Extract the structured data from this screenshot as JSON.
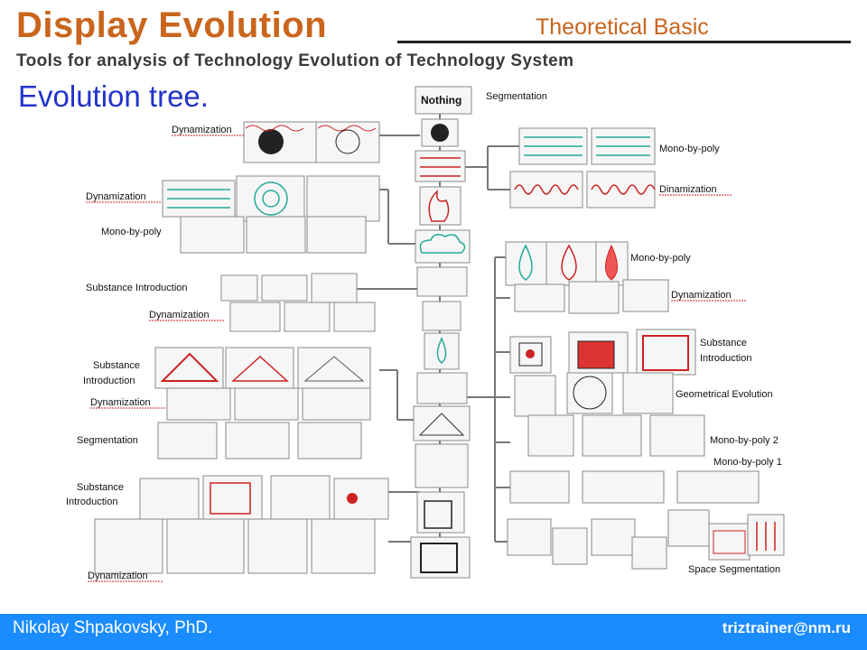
{
  "header": {
    "title": "Display Evolution",
    "badge": "Theoretical Basic",
    "subtitle": "Tools for analysis of Technology Evolution of Technology System"
  },
  "section_title": "Evolution tree.",
  "tree_labels": {
    "nothing": "Nothing",
    "segmentation_top": "Segmentation",
    "dynamization_1": "Dynamization",
    "dynamization_2": "Dynamization",
    "mono_by_poly_left": "Mono-by-poly",
    "substance_intro_left_1": "Substance Introduction",
    "dynamization_3": "Dynamization",
    "substance_left_2a": "Substance",
    "substance_left_2b": "Introduction",
    "dynamization_4": "Dynamization",
    "segmentation_left": "Segmentation",
    "substance_left_3a": "Substance",
    "substance_left_3b": "Introduction",
    "dynamization_5": "Dynamization",
    "mono_by_poly_r1": "Mono-by-poly",
    "dinamization_r1": "Dinamization",
    "mono_by_poly_r2": "Mono-by-poly",
    "dynamization_r2": "Dynamization",
    "substance_r_a": "Substance",
    "substance_r_b": "Introduction",
    "geometrical_evolution": "Geometrical Evolution",
    "mono_by_poly_2": "Mono-by-poly 2",
    "mono_by_poly_1": "Mono-by-poly 1",
    "space_segmentation": "Space Segmentation"
  },
  "footer": {
    "author": "Nikolay Shpakovsky, PhD.",
    "email": "triztrainer@nm.ru"
  },
  "colors": {
    "title": "#c9651c",
    "section": "#2233cc",
    "footer_bg": "#1a8cff"
  }
}
